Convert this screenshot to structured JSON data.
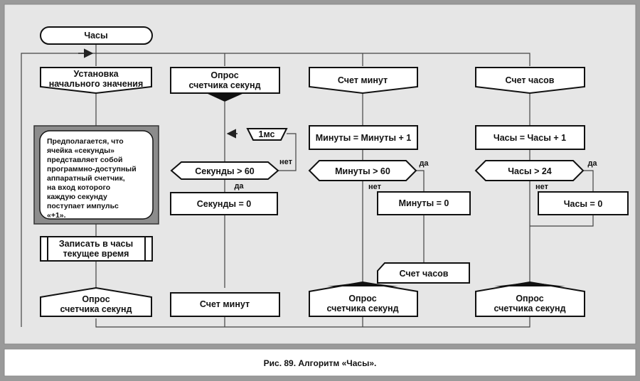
{
  "title": "Часы",
  "columns": {
    "init": {
      "setup": [
        "Установка",
        "начального значения"
      ],
      "note": [
        "Предполагается, что",
        "ячейка «секунды»",
        "представляет собой",
        "программно-доступный",
        "аппаратный счетчик,",
        "на вход которого",
        "каждую секунду",
        "поступает импульс",
        "«+1»."
      ],
      "write_clock": [
        "Записать в часы",
        "текущее время"
      ],
      "poll": [
        "Опрос",
        "счетчика секунд"
      ]
    },
    "seconds": {
      "poll": [
        "Опрос",
        "счетчика секунд"
      ],
      "delay": "1мс",
      "decision": "Секунды > 60",
      "no": "нет",
      "yes": "да",
      "reset": "Секунды = 0",
      "next": "Счет минут"
    },
    "minutes": {
      "header": "Счет минут",
      "increment": "Минуты = Минуты + 1",
      "decision": "Минуты > 60",
      "yes": "да",
      "no": "нет",
      "reset": "Минуты = 0",
      "next": "Счет часов",
      "poll": [
        "Опрос",
        "счетчика секунд"
      ]
    },
    "hours": {
      "header": "Счет часов",
      "increment": "Часы = Часы + 1",
      "decision": "Часы > 24",
      "yes": "да",
      "no": "нет",
      "reset": "Часы = 0",
      "poll": [
        "Опрос",
        "счетчика секунд"
      ]
    }
  },
  "caption": "Рис. 89. Алгоритм «Часы»."
}
